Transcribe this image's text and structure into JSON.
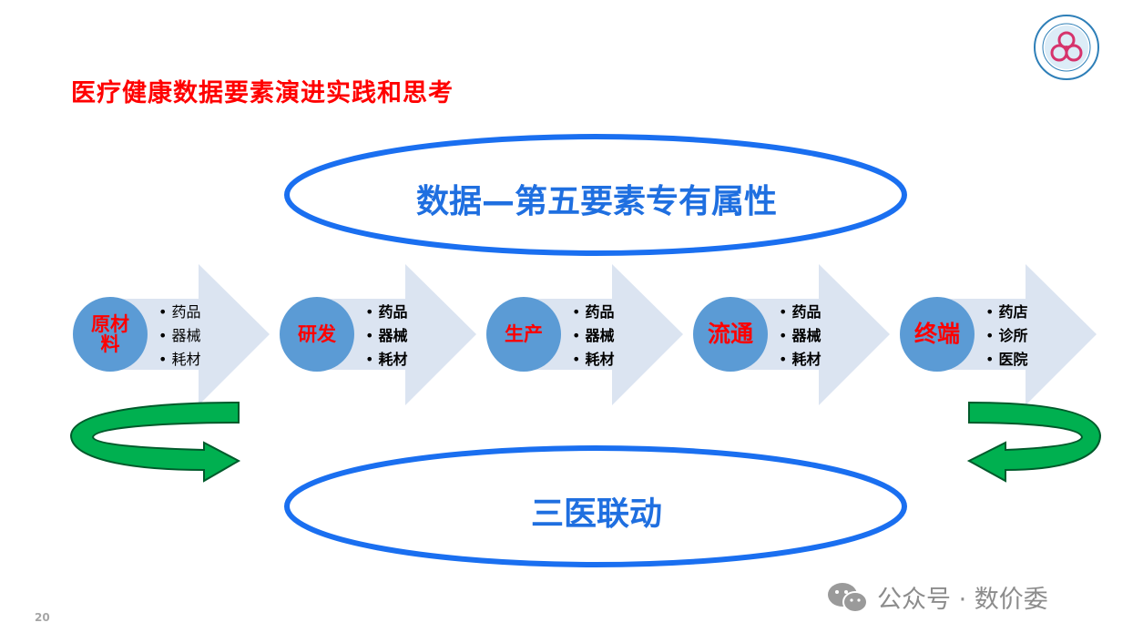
{
  "title": "医疗健康数据要素演进实践和思考",
  "ellipse_top": "数据—第五要素专有属性",
  "ellipse_bottom": "三医联动",
  "stages": [
    {
      "label": "原材料",
      "items": [
        "药品",
        "器械",
        "耗材"
      ]
    },
    {
      "label": "研发",
      "items": [
        "药品",
        "器械",
        "耗材"
      ]
    },
    {
      "label": "生产",
      "items": [
        "药品",
        "器械",
        "耗材"
      ]
    },
    {
      "label": "流通",
      "items": [
        "药品",
        "器械",
        "耗材"
      ]
    },
    {
      "label": "终端",
      "items": [
        "药店",
        "诊所",
        "医院"
      ]
    }
  ],
  "page_number": "20",
  "watermark": "公众号 · 数价委",
  "logo_icon": "association-seal-icon",
  "colors": {
    "title": "#ff0000",
    "ellipse_outline": "#1a6ff0",
    "ellipse_text": "#1f6fe0",
    "circle": "#5b9bd5",
    "circle_text": "#ff0000",
    "arrow": "#dbe4f1",
    "cycle_arrow": "#00b050"
  }
}
